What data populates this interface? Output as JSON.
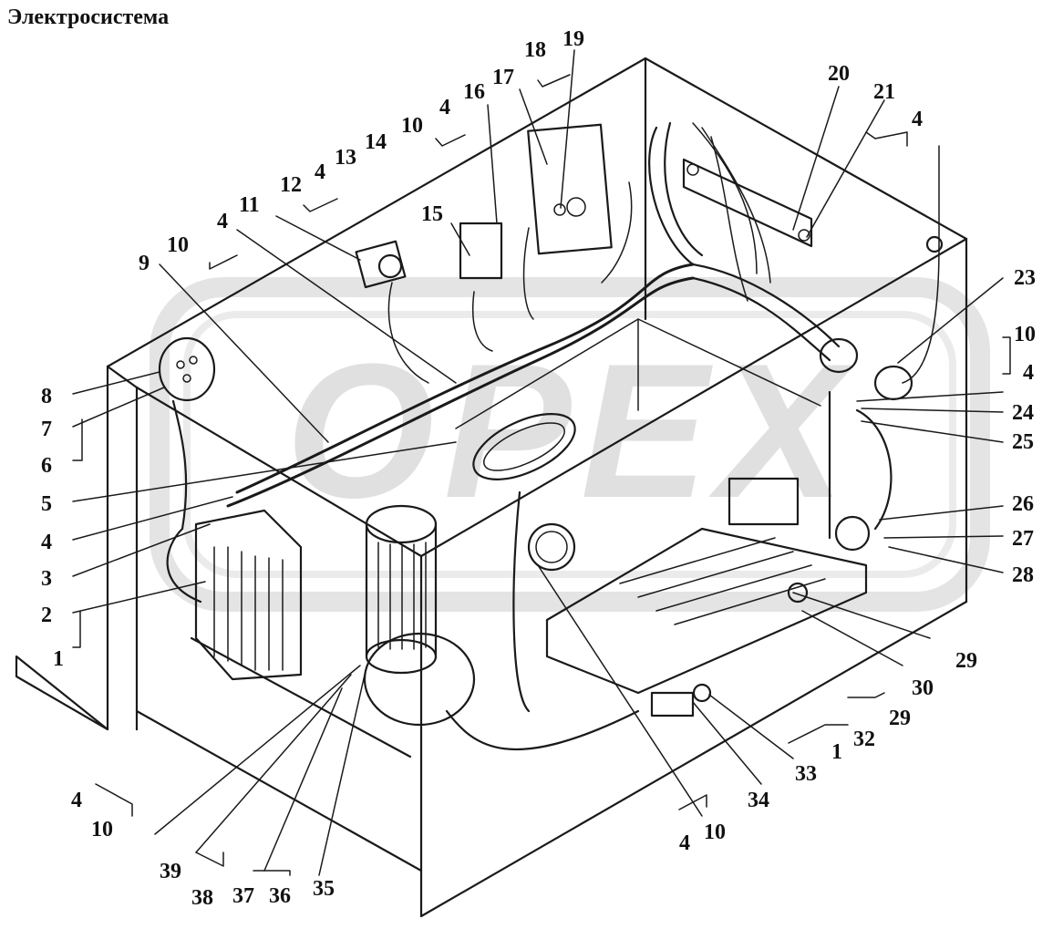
{
  "title": "Электросистема",
  "watermark": "OPEX",
  "colors": {
    "ink": "#111111",
    "watermark": "#cfcfcf",
    "background": "#ffffff"
  },
  "callouts": [
    {
      "id": "c8",
      "text": "8"
    },
    {
      "id": "c7",
      "text": "7"
    },
    {
      "id": "c6",
      "text": "6"
    },
    {
      "id": "c5",
      "text": "5"
    },
    {
      "id": "c4a",
      "text": "4"
    },
    {
      "id": "c3",
      "text": "3"
    },
    {
      "id": "c2",
      "text": "2"
    },
    {
      "id": "c1a",
      "text": "1"
    },
    {
      "id": "c9",
      "text": "9"
    },
    {
      "id": "c10a",
      "text": "10"
    },
    {
      "id": "c4b",
      "text": "4"
    },
    {
      "id": "c11",
      "text": "11"
    },
    {
      "id": "c12",
      "text": "12"
    },
    {
      "id": "c4c",
      "text": "4"
    },
    {
      "id": "c13",
      "text": "13"
    },
    {
      "id": "c14",
      "text": "14"
    },
    {
      "id": "c10b",
      "text": "10"
    },
    {
      "id": "c4d",
      "text": "4"
    },
    {
      "id": "c15",
      "text": "15"
    },
    {
      "id": "c16",
      "text": "16"
    },
    {
      "id": "c17",
      "text": "17"
    },
    {
      "id": "c18",
      "text": "18"
    },
    {
      "id": "c19",
      "text": "19"
    },
    {
      "id": "c20",
      "text": "20"
    },
    {
      "id": "c21",
      "text": "21"
    },
    {
      "id": "c4e",
      "text": "4"
    },
    {
      "id": "c23",
      "text": "23"
    },
    {
      "id": "c10c",
      "text": "10"
    },
    {
      "id": "c4f",
      "text": "4"
    },
    {
      "id": "c24",
      "text": "24"
    },
    {
      "id": "c25",
      "text": "25"
    },
    {
      "id": "c26",
      "text": "26"
    },
    {
      "id": "c27",
      "text": "27"
    },
    {
      "id": "c28",
      "text": "28"
    },
    {
      "id": "c29a",
      "text": "29"
    },
    {
      "id": "c30",
      "text": "30"
    },
    {
      "id": "c29b",
      "text": "29"
    },
    {
      "id": "c32",
      "text": "32"
    },
    {
      "id": "c1b",
      "text": "1"
    },
    {
      "id": "c33",
      "text": "33"
    },
    {
      "id": "c34",
      "text": "34"
    },
    {
      "id": "c4g",
      "text": "4"
    },
    {
      "id": "c10d",
      "text": "10"
    },
    {
      "id": "c4h",
      "text": "4"
    },
    {
      "id": "c10e",
      "text": "10"
    },
    {
      "id": "c39",
      "text": "39"
    },
    {
      "id": "c38",
      "text": "38"
    },
    {
      "id": "c37",
      "text": "37"
    },
    {
      "id": "c36",
      "text": "36"
    },
    {
      "id": "c35",
      "text": "35"
    }
  ]
}
